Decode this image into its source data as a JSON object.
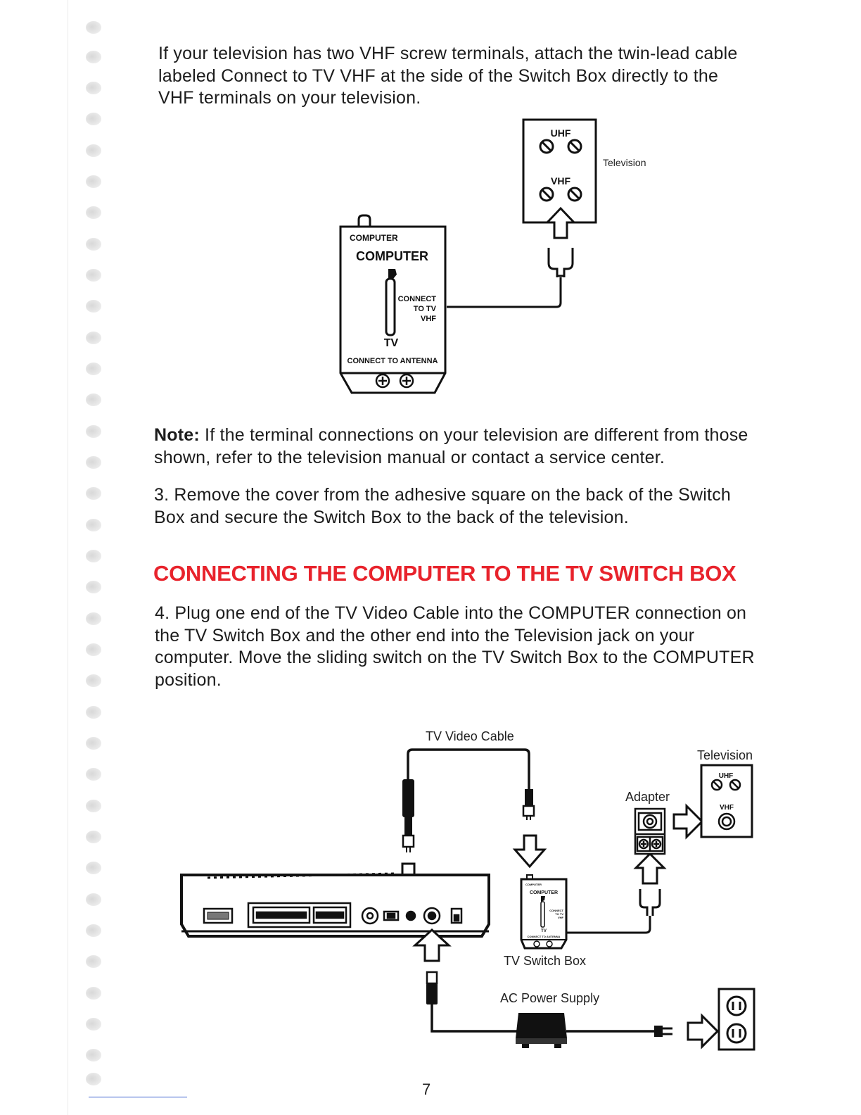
{
  "paragraphs": {
    "intro": "If your television has two VHF screw terminals, attach the twin-lead cable labeled Connect to TV VHF at the side of the Switch Box directly to the VHF terminals on your television.",
    "note_label": "Note:",
    "note_text": "If the terminal connections on your television are different from those shown, refer to the television manual or contact a service center.",
    "step3": "3. Remove the cover from the adhesive square on the back of the Switch Box and secure the Switch Box to the back of the television.",
    "step4": "4. Plug one end of the TV Video Cable into the COMPUTER connection on the TV Switch Box and the other end into the Television jack on your computer. Move the sliding switch on the TV Switch Box to the COMPUTER position."
  },
  "heading": "CONNECTING THE COMPUTER TO THE TV SWITCH BOX",
  "diagram1": {
    "tv_uhf": "UHF",
    "tv_vhf": "VHF",
    "television_label": "Television",
    "box_top": "COMPUTER",
    "box_computer": "COMPUTER",
    "box_connect_1": "CONNECT",
    "box_connect_2": "TO TV",
    "box_connect_3": "VHF",
    "box_tv": "TV",
    "box_antenna": "CONNECT TO ANTENNA"
  },
  "diagram2": {
    "tv_video_cable": "TV Video Cable",
    "television_label": "Television",
    "tv_uhf": "UHF",
    "tv_vhf": "VHF",
    "adapter_label": "Adapter",
    "switch_box_label": "TV Switch Box",
    "ac_power_label": "AC Power Supply",
    "box_computer": "COMPUTER",
    "box_top": "COMPUTER",
    "box_connect_1": "CONNECT",
    "box_connect_2": "TO TV",
    "box_connect_3": "VHF",
    "box_tv": "TV",
    "box_antenna": "CONNECT TO ANTENNA"
  },
  "page_number": "7"
}
